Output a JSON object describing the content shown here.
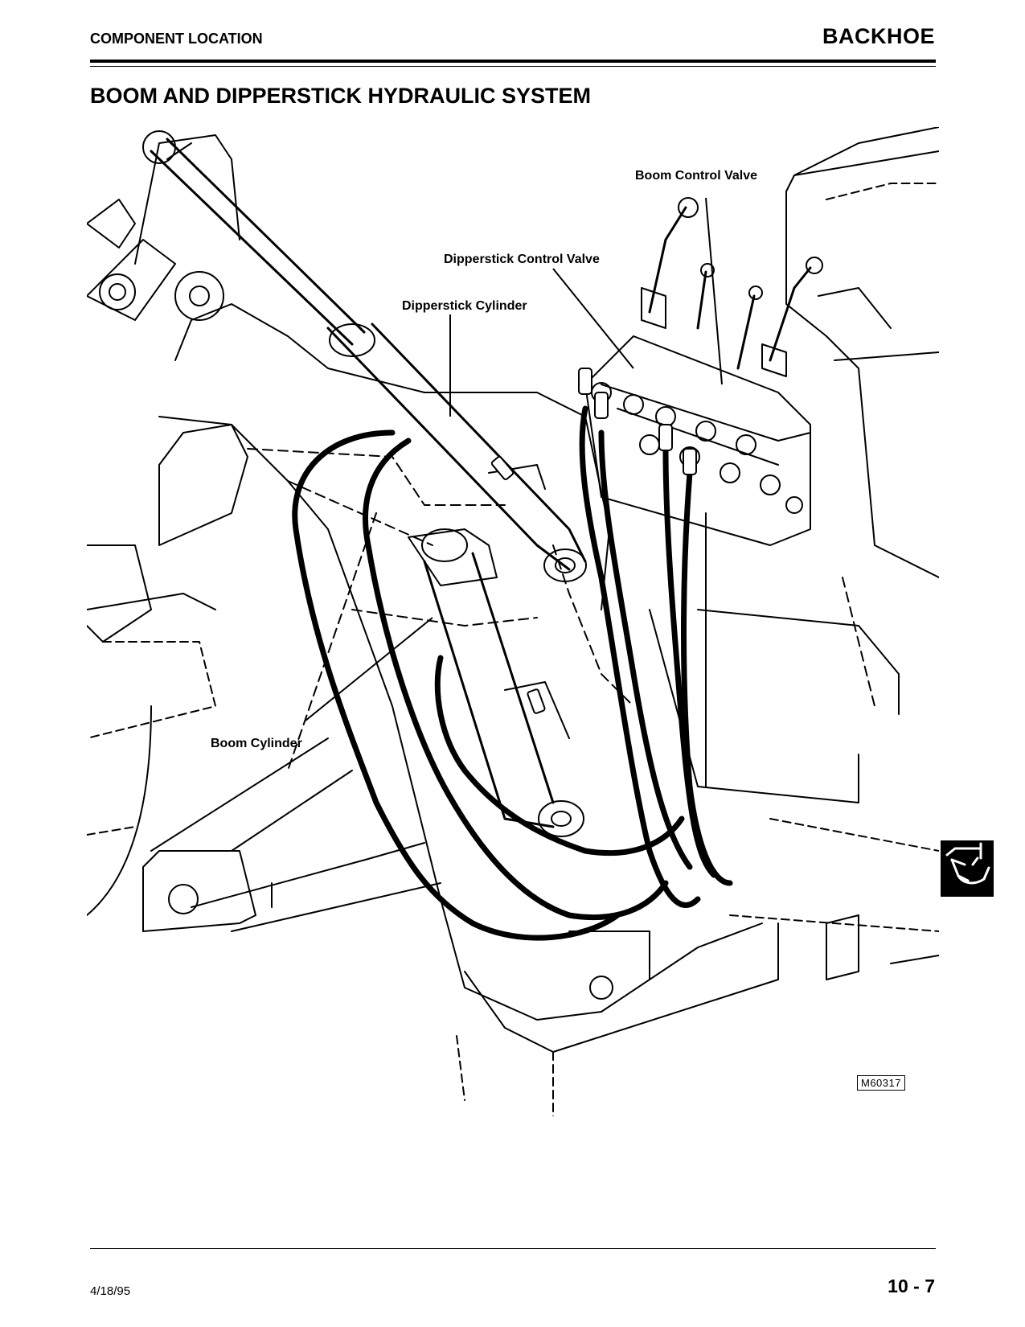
{
  "header": {
    "section": "COMPONENT LOCATION",
    "chapter": "BACKHOE"
  },
  "page_title": "BOOM AND DIPPERSTICK HYDRAULIC SYSTEM",
  "diagram": {
    "callouts": {
      "boom_control_valve": "Boom Control Valve",
      "dipperstick_control_valve": "Dipperstick Control Valve",
      "dipperstick_cylinder": "Dipperstick Cylinder",
      "boom_cylinder": "Boom Cylinder"
    },
    "figure_id": "M60317"
  },
  "side_tab": {
    "icon": "backhoe-bucket-icon"
  },
  "footer": {
    "date": "4/18/95",
    "page": "10 - 7"
  }
}
